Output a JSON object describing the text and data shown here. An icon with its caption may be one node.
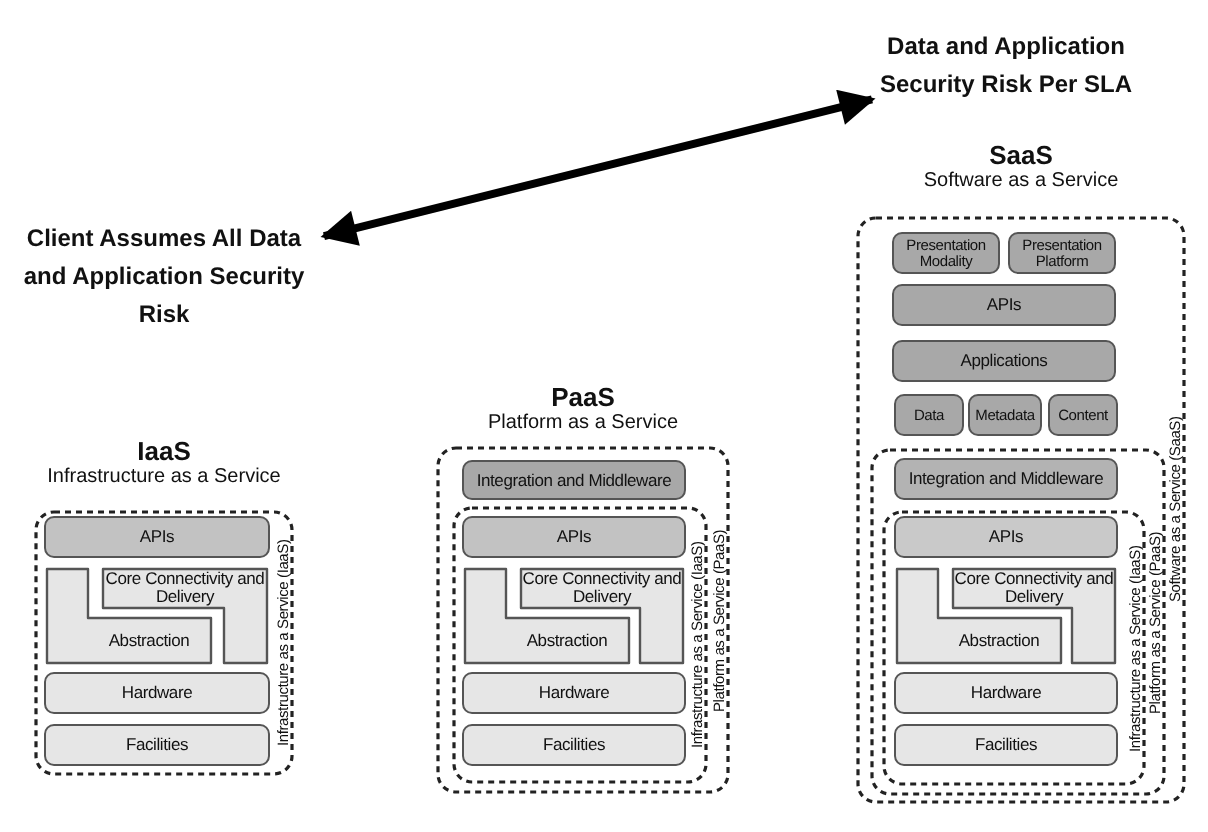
{
  "diagram": {
    "nodes": [
      {
        "text": [
          "Client Assumes All Data and Application Security Risk"
        ]
      },
      {
        "text": [
          "Data and Application Security Risk Per SLA"
        ]
      },
      {
        "text": [
          "IaaS",
          "Infrastructure as a Service",
          "Infrastructure as a Service (IaaS)"
        ]
      },
      {
        "text": [
          "APIs"
        ],
        "in": 2
      },
      {
        "text": [
          "Core Connectivity and Delivery"
        ],
        "in": 2
      },
      {
        "text": [
          "Abstraction"
        ],
        "in": 2
      },
      {
        "text": [
          "Hardware"
        ],
        "in": 2
      },
      {
        "text": [
          "Facilities"
        ],
        "in": 2
      },
      {
        "text": [
          "PaaS",
          "Platform as a Service",
          "Platform as a Service (PaaS)"
        ]
      },
      {
        "text": [
          "Integration and Middleware"
        ],
        "in": 8
      },
      {
        "text": [
          "Infrastructure as a Service (IaaS)"
        ],
        "in": 8
      },
      {
        "text": [
          "APIs"
        ],
        "in": 10
      },
      {
        "text": [
          "Core Connectivity and Delivery"
        ],
        "in": 10
      },
      {
        "text": [
          "Abstraction"
        ],
        "in": 10
      },
      {
        "text": [
          "Hardware"
        ],
        "in": 10
      },
      {
        "text": [
          "Facilities"
        ],
        "in": 10
      },
      {
        "text": [
          "SaaS",
          "Software as a Service",
          "Software as a Service (SaaS)"
        ]
      },
      {
        "text": [
          "Presentation Modality"
        ],
        "in": 16
      },
      {
        "text": [
          "Presentation Platform"
        ],
        "in": 16
      },
      {
        "text": [
          "APIs"
        ],
        "in": 16
      },
      {
        "text": [
          "Applications"
        ],
        "in": 16
      },
      {
        "text": [
          "Data"
        ],
        "in": 16
      },
      {
        "text": [
          "Metadata"
        ],
        "in": 16
      },
      {
        "text": [
          "Content"
        ],
        "in": 16
      },
      {
        "text": [
          "Platform as a Service (PaaS)"
        ],
        "in": 16
      },
      {
        "text": [
          "Integration and Middleware"
        ],
        "in": 24
      },
      {
        "text": [
          "Infrastructure as a Service (IaaS)"
        ],
        "in": 24
      },
      {
        "text": [
          "APIs"
        ],
        "in": 26
      },
      {
        "text": [
          "Core Connectivity and Delivery"
        ],
        "in": 26
      },
      {
        "text": [
          "Abstraction"
        ],
        "in": 26
      },
      {
        "text": [
          "Hardware"
        ],
        "in": 26
      },
      {
        "text": [
          "Facilities"
        ],
        "in": 26
      }
    ],
    "edges": [
      {
        "from": 0,
        "to": 1,
        "arrow": "both"
      }
    ]
  }
}
